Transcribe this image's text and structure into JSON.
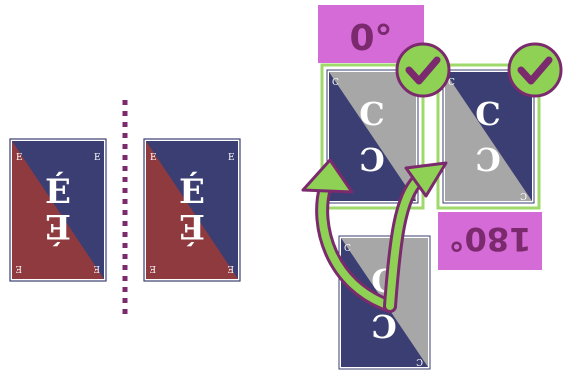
{
  "card_left_a": {
    "letter": "É",
    "corner": "E",
    "colors": {
      "top": "#3b3e72",
      "bottom": "#8e3a3f"
    }
  },
  "card_left_b": {
    "letter": "É",
    "corner": "E",
    "colors": {
      "top": "#3b3e72",
      "bottom": "#8e3a3f"
    }
  },
  "divider_color": "#7b2a6d",
  "card_c1": {
    "letter": "C",
    "corner": "C",
    "colors": {
      "dark": "#3b3e72",
      "light": "#a7a7a7"
    }
  },
  "card_c2": {
    "letter": "C",
    "corner": "C",
    "colors": {
      "dark": "#3b3e72",
      "light": "#a7a7a7"
    }
  },
  "card_c3": {
    "letter": "C",
    "corner": "C",
    "colors": {
      "dark": "#3b3e72",
      "light": "#a7a7a7"
    }
  },
  "label_0": {
    "text": "0°",
    "bg": "#d46bd6",
    "fg": "#7b2a6d"
  },
  "label_180": {
    "text": "180°",
    "bg": "#d46bd6",
    "fg": "#7b2a6d"
  },
  "check_color": "#8ed155",
  "check_border": "#7b2a6d",
  "frame_color": "#9fd86b",
  "arrow_color": "#8ed155",
  "arrow_border": "#7b2a6d",
  "icons": {
    "check": "check-circle-icon",
    "arrow": "curved-arrow-icon"
  }
}
